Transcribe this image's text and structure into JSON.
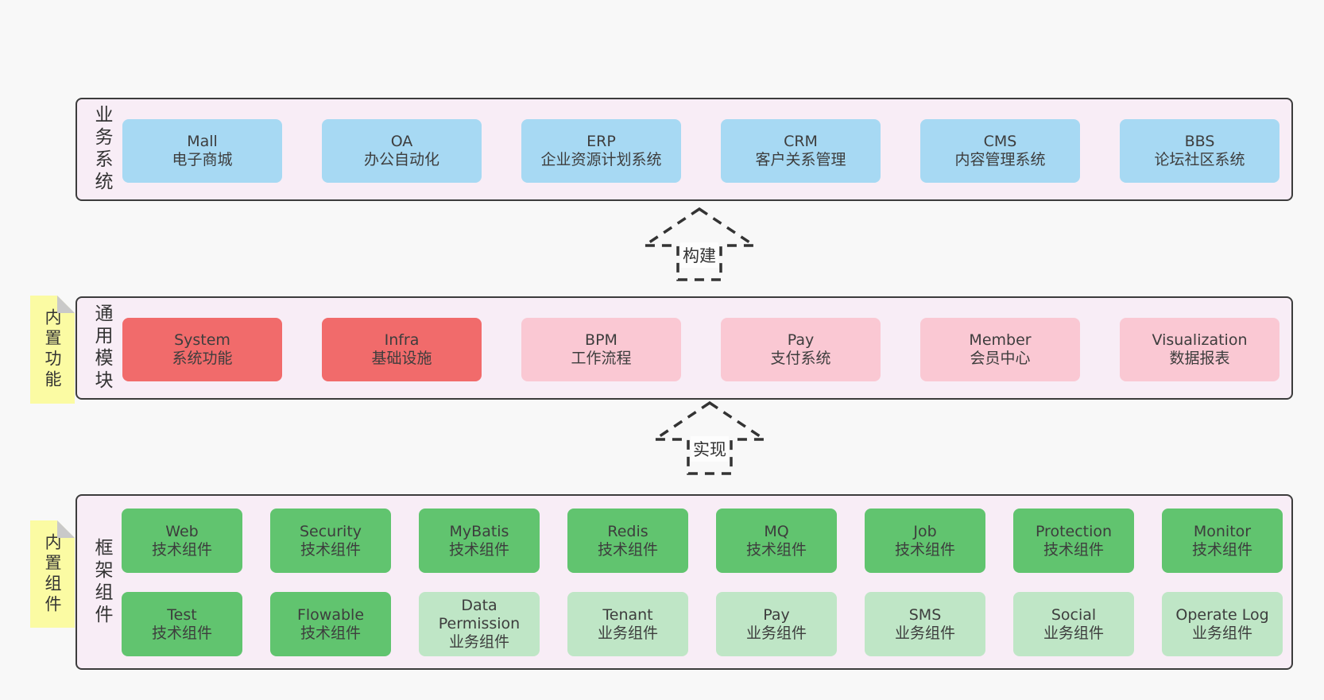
{
  "colors": {
    "page_bg": "#f8f8f8",
    "section_bg": "#f8edf6",
    "section_border": "#3c3c3c",
    "blue": "#a7d9f3",
    "red": "#f16b6b",
    "pink": "#fac8d3",
    "green": "#61c46f",
    "light_green": "#bfe6c6",
    "note_yellow": "#fbfba3",
    "note_fold": "#c9c9c9",
    "text": "#3d3d3d"
  },
  "sections": [
    {
      "label": "业务系统",
      "note": null,
      "rows": [
        [
          {
            "title": "Mall",
            "subtitle": "电子商城",
            "color": "blue"
          },
          {
            "title": "OA",
            "subtitle": "办公自动化",
            "color": "blue"
          },
          {
            "title": "ERP",
            "subtitle": "企业资源计划系统",
            "color": "blue"
          },
          {
            "title": "CRM",
            "subtitle": "客户关系管理",
            "color": "blue"
          },
          {
            "title": "CMS",
            "subtitle": "内容管理系统",
            "color": "blue"
          },
          {
            "title": "BBS",
            "subtitle": "论坛社区系统",
            "color": "blue"
          }
        ]
      ]
    },
    {
      "label": "通用模块",
      "note": "内置功能",
      "rows": [
        [
          {
            "title": "System",
            "subtitle": "系统功能",
            "color": "red"
          },
          {
            "title": "Infra",
            "subtitle": "基础设施",
            "color": "red"
          },
          {
            "title": "BPM",
            "subtitle": "工作流程",
            "color": "pink"
          },
          {
            "title": "Pay",
            "subtitle": "支付系统",
            "color": "pink"
          },
          {
            "title": "Member",
            "subtitle": "会员中心",
            "color": "pink"
          },
          {
            "title": "Visualization",
            "subtitle": "数据报表",
            "color": "pink"
          }
        ]
      ]
    },
    {
      "label": "框架组件",
      "note": "内置组件",
      "rows": [
        [
          {
            "title": "Web",
            "subtitle": "技术组件",
            "color": "green"
          },
          {
            "title": "Security",
            "subtitle": "技术组件",
            "color": "green"
          },
          {
            "title": "MyBatis",
            "subtitle": "技术组件",
            "color": "green"
          },
          {
            "title": "Redis",
            "subtitle": "技术组件",
            "color": "green"
          },
          {
            "title": "MQ",
            "subtitle": "技术组件",
            "color": "green"
          },
          {
            "title": "Job",
            "subtitle": "技术组件",
            "color": "green"
          },
          {
            "title": "Protection",
            "subtitle": "技术组件",
            "color": "green"
          },
          {
            "title": "Monitor",
            "subtitle": "技术组件",
            "color": "green"
          }
        ],
        [
          {
            "title": "Test",
            "subtitle": "技术组件",
            "color": "green"
          },
          {
            "title": "Flowable",
            "subtitle": "技术组件",
            "color": "green"
          },
          {
            "title": "Data Permission",
            "subtitle": "业务组件",
            "color": "light_green"
          },
          {
            "title": "Tenant",
            "subtitle": "业务组件",
            "color": "light_green"
          },
          {
            "title": "Pay",
            "subtitle": "业务组件",
            "color": "light_green"
          },
          {
            "title": "SMS",
            "subtitle": "业务组件",
            "color": "light_green"
          },
          {
            "title": "Social",
            "subtitle": "业务组件",
            "color": "light_green"
          },
          {
            "title": "Operate Log",
            "subtitle": "业务组件",
            "color": "light_green"
          }
        ]
      ]
    }
  ],
  "arrows": [
    {
      "label": "构建"
    },
    {
      "label": "实现"
    }
  ]
}
